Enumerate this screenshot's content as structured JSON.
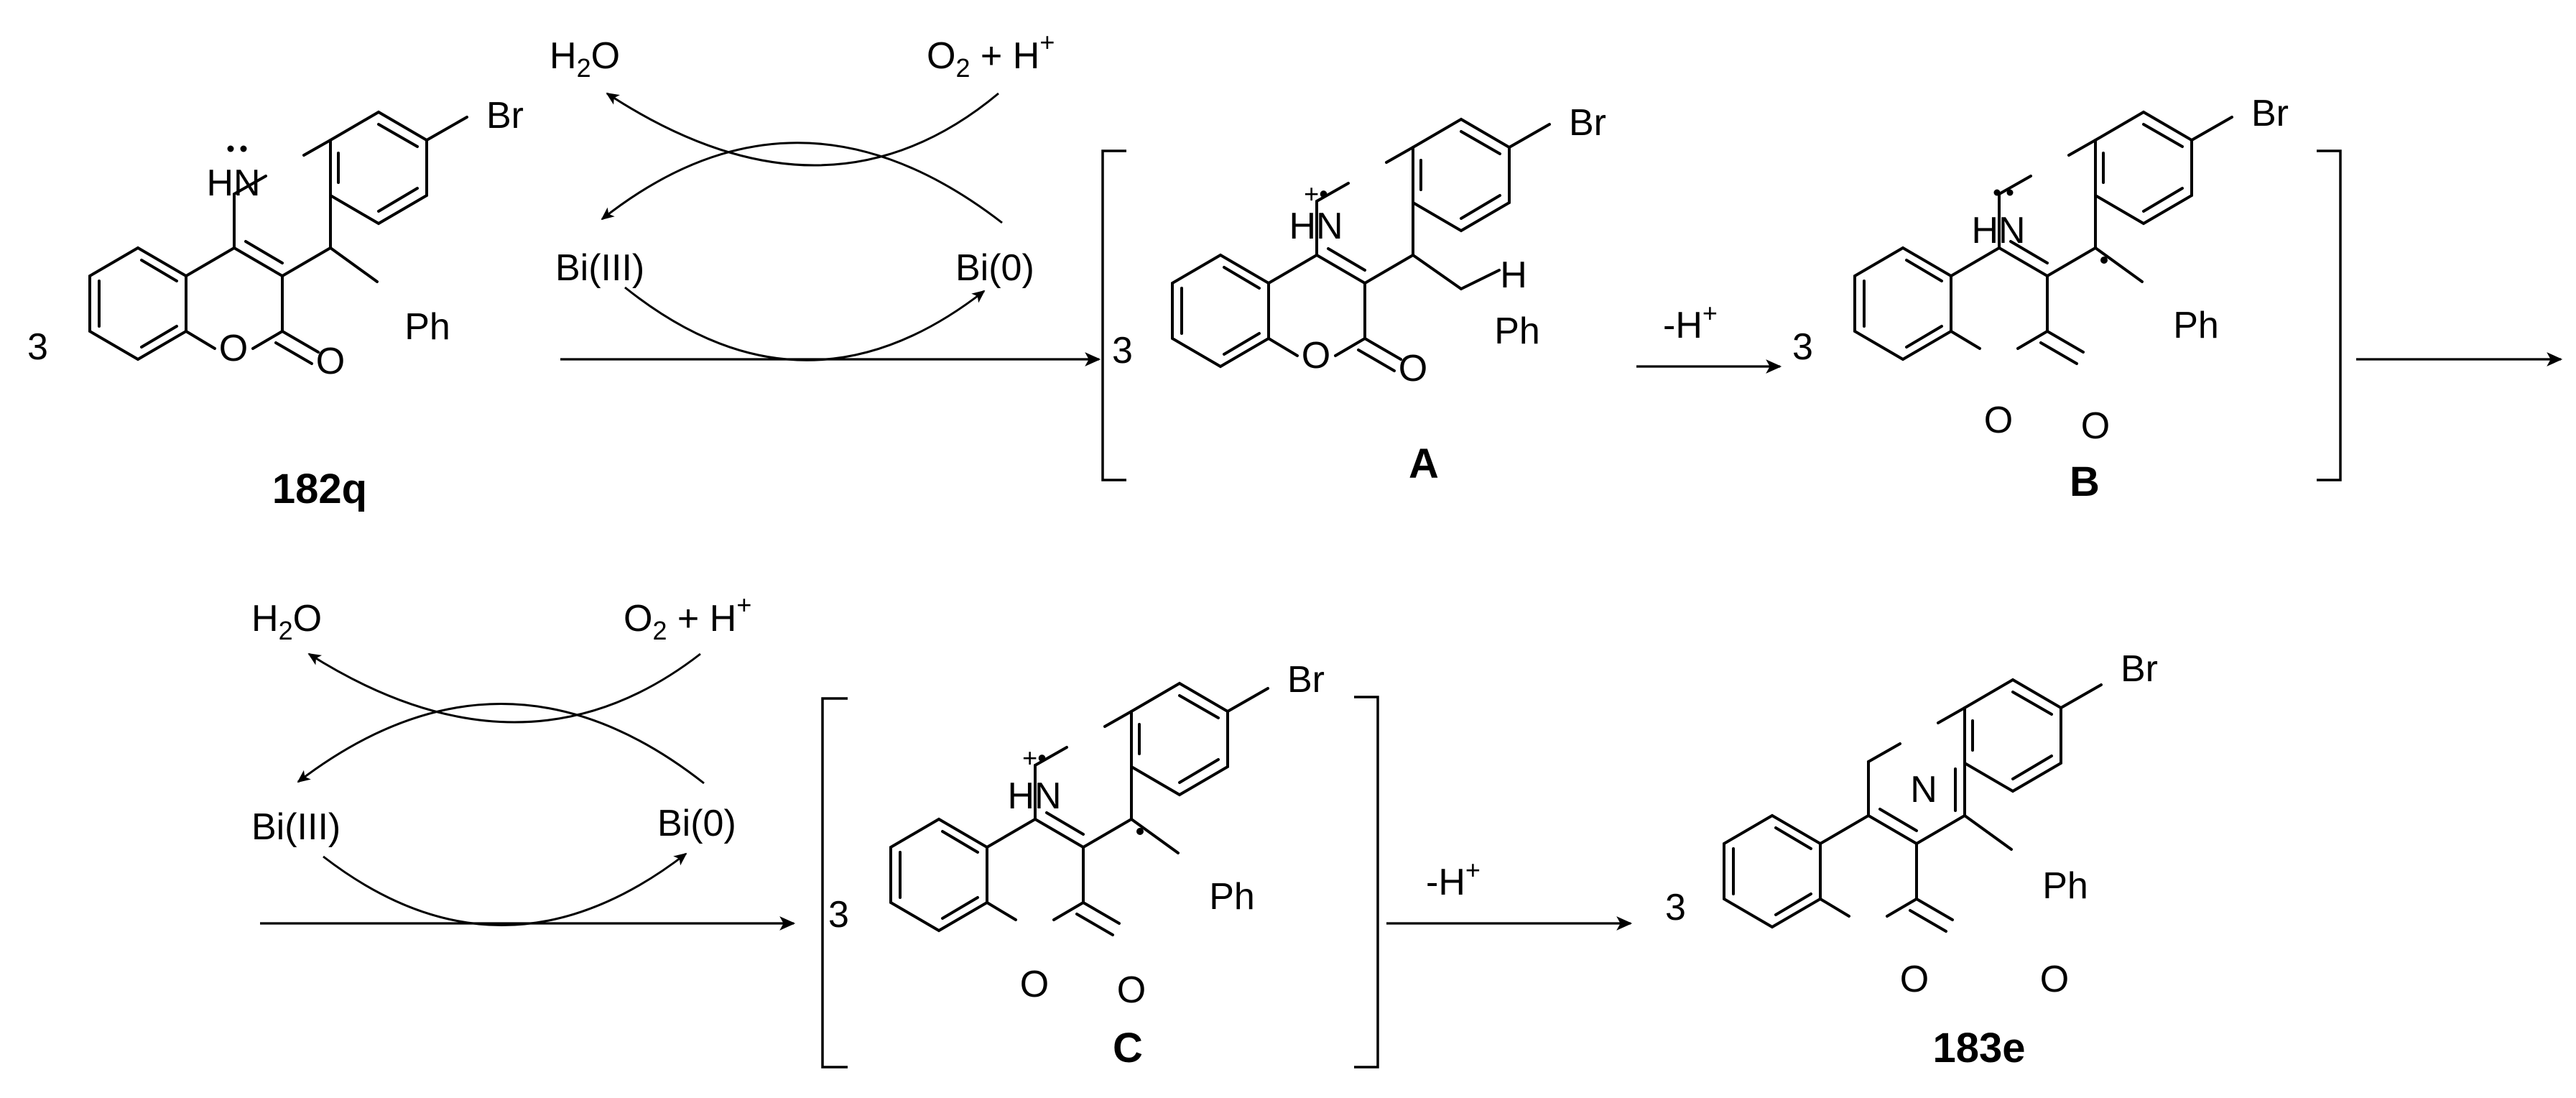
{
  "scheme": {
    "row1": {
      "reactant": {
        "coefficient": "3",
        "label": "182q",
        "substituents": {
          "br": "Br",
          "ph": "Ph",
          "nh": "HN",
          "o_ring": "O",
          "o_carbonyl": "O"
        }
      },
      "catalyst_cycle": {
        "h2o_main": "H",
        "h2o_sub": "2",
        "h2o_tail": "O",
        "o2_main": "O",
        "o2_sub": "2",
        "o2_tail": " + H",
        "o2_sup": "+",
        "bi_iii": "Bi(III)",
        "bi_0": "Bi(0)"
      },
      "intermediate_a": {
        "coefficient": "3",
        "label": "A",
        "radical_cation": "+•",
        "substituents": {
          "br": "Br",
          "ph": "Ph",
          "h": "H",
          "nh": "HN",
          "o_ring": "O",
          "o_carbonyl": "O"
        }
      },
      "deprotonation": {
        "main": "-H",
        "sup": "+"
      },
      "intermediate_b": {
        "coefficient": "3",
        "label": "B",
        "substituents": {
          "br": "Br",
          "ph": "Ph",
          "nh": "HN",
          "o_ring": "O",
          "o_carbonyl": "O"
        }
      }
    },
    "row2": {
      "catalyst_cycle": {
        "h2o_main": "H",
        "h2o_sub": "2",
        "h2o_tail": "O",
        "o2_main": "O",
        "o2_sub": "2",
        "o2_tail": " + H",
        "o2_sup": "+",
        "bi_iii": "Bi(III)",
        "bi_0": "Bi(0)"
      },
      "intermediate_c": {
        "coefficient": "3",
        "label": "C",
        "radical_cation": "+•",
        "substituents": {
          "br": "Br",
          "ph": "Ph",
          "nh": "HN",
          "o_ring": "O",
          "o_carbonyl": "O"
        }
      },
      "deprotonation": {
        "main": "-H",
        "sup": "+"
      },
      "product": {
        "coefficient": "3",
        "label": "183e",
        "substituents": {
          "br": "Br",
          "ph": "Ph",
          "n": "N",
          "o_ring": "O",
          "o_carbonyl": "O"
        }
      }
    }
  }
}
